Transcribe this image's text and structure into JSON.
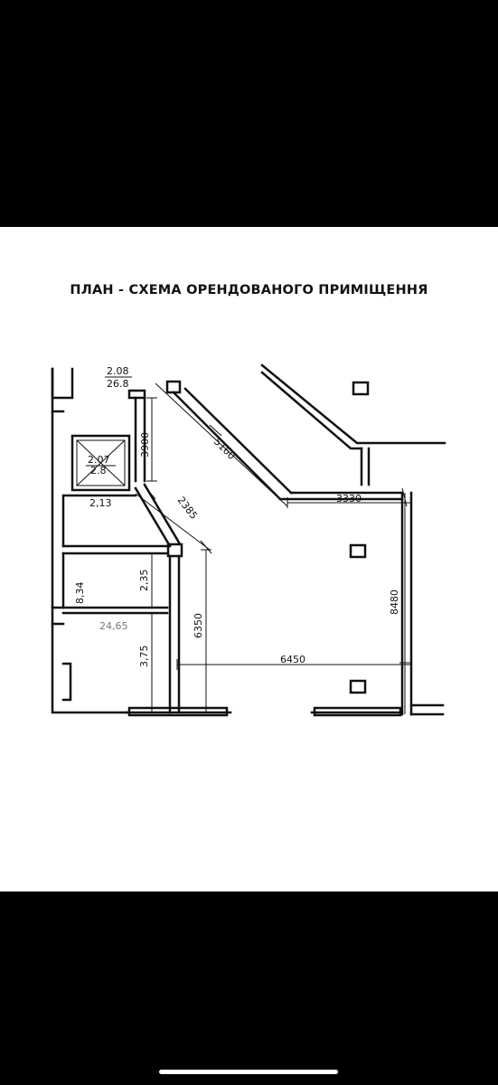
{
  "title": "ПЛАН - СХЕМА ОРЕНДОВАНОГО ПРИМІЩЕННЯ",
  "labels": {
    "top_area_a": "2.08",
    "top_area_b": "26.8",
    "shaft_area_a": "2.07",
    "shaft_area_b": "2.8",
    "room_213": "2,13",
    "room_834": "8,34",
    "room_235": "2,35",
    "room_375": "3,75",
    "room_2465": "24,65"
  },
  "dimensions": {
    "d3900": "3900",
    "d5160": "5160",
    "d2385": "2385",
    "d3330": "3330",
    "d8480": "8480",
    "d6350": "6350",
    "d6450": "6450"
  },
  "colors": {
    "background": "#000000",
    "sheet": "#ffffff",
    "ink": "#111111"
  }
}
